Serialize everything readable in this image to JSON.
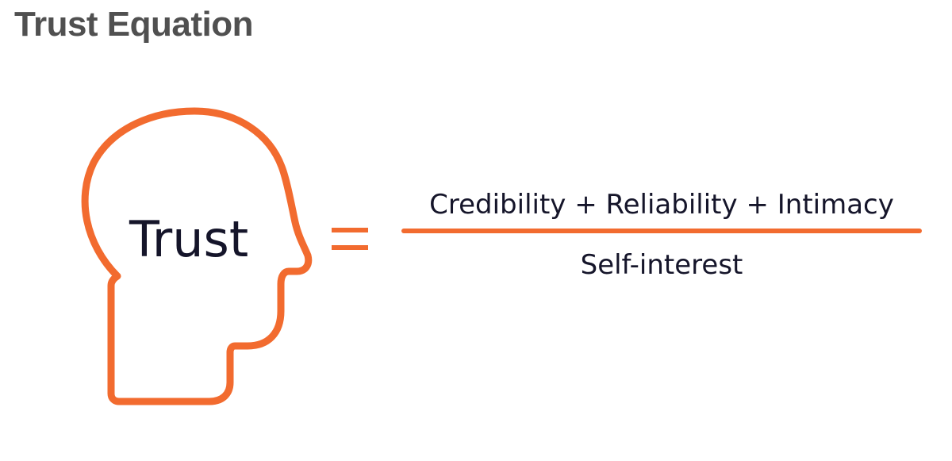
{
  "title": "Trust Equation",
  "head": {
    "label": "Trust",
    "icon": "head-profile-icon",
    "color": "#f26b2f"
  },
  "equation": {
    "numerator": "Credibility + Reliability + Intimacy",
    "denominator": "Self-interest",
    "accent_color": "#f26b2f"
  }
}
